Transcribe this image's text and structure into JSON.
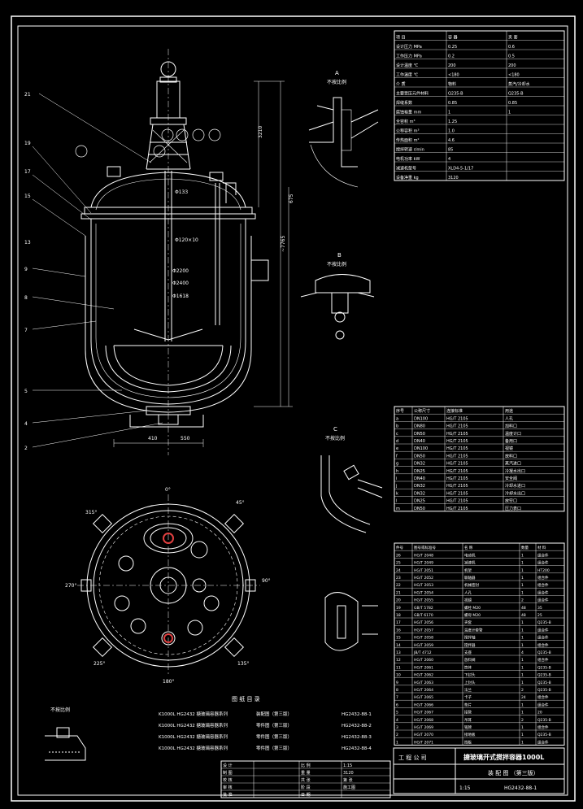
{
  "labels": {
    "main_height_dim": "3210",
    "total_height_dim": "~7765",
    "inner_dia": "Φ2200",
    "jacket_dia": "Φ2400",
    "agitator_dia": "Φ1618",
    "bottom_dim_left": "410",
    "bottom_dim_right": "550",
    "top_dim": "675",
    "nozzle_dim": "Φ120×10",
    "shaft_dim": "Φ133",
    "view_a": "A",
    "view_b": "B",
    "view_c": "C",
    "detail_a_title": "不按比例",
    "detail_b_title": "不按比例",
    "detail_c_title": "不按比例",
    "detail_k_title": "不按比例",
    "top_angle_0": "0°",
    "top_angle_45": "45°",
    "top_angle_90": "90°",
    "top_angle_135": "135°",
    "top_angle_180": "180°",
    "top_angle_225": "225°",
    "top_angle_270": "270°",
    "top_angle_315": "315°",
    "ref_list_title": "图 纸 目 录",
    "company": "工 程 公 司",
    "drawing_title": "搪玻璃开式搅拌容器1000L",
    "drawing_sub": "装 配 图 （第三版）",
    "drawing_no": "HG2432-88-1",
    "scale": "1:15"
  },
  "tech_table": {
    "headers": [
      "项 目",
      "容 器",
      "夹 套"
    ],
    "rows": [
      [
        "设计压力 MPa",
        "0.25",
        "0.6"
      ],
      [
        "工作压力 MPa",
        "0.2",
        "0.5"
      ],
      [
        "设计温度 ℃",
        "200",
        "200"
      ],
      [
        "工作温度 ℃",
        "<180",
        "<180"
      ],
      [
        "介 质",
        "物料",
        "蒸汽/冷却水"
      ],
      [
        "主要受压元件材料",
        "Q235-B",
        "Q235-B"
      ],
      [
        "焊缝系数",
        "0.85",
        "0.85"
      ],
      [
        "腐蚀裕量 mm",
        "1",
        "1"
      ],
      [
        "全容积 m³",
        "1.25",
        ""
      ],
      [
        "公称容积 m³",
        "1.0",
        ""
      ],
      [
        "传热面积 m²",
        "4.6",
        ""
      ],
      [
        "搅拌转速 r/min",
        "85",
        ""
      ],
      [
        "电机功率 kW",
        "4",
        ""
      ],
      [
        "减速机型号",
        "XLD4-5-1/17",
        ""
      ],
      [
        "设备净重 kg",
        "3120",
        ""
      ]
    ]
  },
  "nozzle_table": {
    "headers": [
      "序号",
      "公称尺寸",
      "连接标准",
      "用途"
    ],
    "rows": [
      [
        "a",
        "DN100",
        "HG/T 2105",
        "人孔"
      ],
      [
        "b",
        "DN80",
        "HG/T 2105",
        "加料口"
      ],
      [
        "c",
        "DN50",
        "HG/T 2105",
        "温度计口"
      ],
      [
        "d",
        "DN40",
        "HG/T 2105",
        "备用口"
      ],
      [
        "e",
        "DN100",
        "HG/T 2105",
        "视镜"
      ],
      [
        "f",
        "DN50",
        "HG/T 2105",
        "放料口"
      ],
      [
        "g",
        "DN32",
        "HG/T 2105",
        "蒸汽进口"
      ],
      [
        "h",
        "DN25",
        "HG/T 2105",
        "冷凝水出口"
      ],
      [
        "i",
        "DN40",
        "HG/T 2105",
        "安全阀"
      ],
      [
        "j",
        "DN32",
        "HG/T 2105",
        "冷却水进口"
      ],
      [
        "k",
        "DN32",
        "HG/T 2105",
        "冷却水出口"
      ],
      [
        "l",
        "DN25",
        "HG/T 2105",
        "放空口"
      ],
      [
        "m",
        "DN50",
        "HG/T 2105",
        "压力表口"
      ]
    ]
  },
  "parts_table": {
    "headers": [
      "件号",
      "图号或标准号",
      "名 称",
      "数量",
      "材 料"
    ],
    "rows": [
      [
        "26",
        "HG/T 2048",
        "电动机",
        "1",
        "组合件"
      ],
      [
        "25",
        "HG/T 2049",
        "减速机",
        "1",
        "组合件"
      ],
      [
        "24",
        "HG/T 2051",
        "机架",
        "1",
        "HT200"
      ],
      [
        "23",
        "HG/T 2052",
        "联轴器",
        "1",
        "组合件"
      ],
      [
        "22",
        "HG/T 2053",
        "机械密封",
        "1",
        "组合件"
      ],
      [
        "21",
        "HG/T 2054",
        "人孔",
        "1",
        "组合件"
      ],
      [
        "20",
        "HG/T 2055",
        "视镜",
        "2",
        "组合件"
      ],
      [
        "19",
        "GB/T 5782",
        "螺栓 M20",
        "48",
        "35"
      ],
      [
        "18",
        "GB/T 6170",
        "螺母 M20",
        "48",
        "25"
      ],
      [
        "17",
        "HG/T 2056",
        "夹套",
        "1",
        "Q235-B"
      ],
      [
        "16",
        "HG/T 2057",
        "温度计套管",
        "1",
        "组合件"
      ],
      [
        "15",
        "HG/T 2058",
        "搅拌轴",
        "1",
        "组合件"
      ],
      [
        "14",
        "HG/T 2059",
        "搅拌器",
        "1",
        "组合件"
      ],
      [
        "13",
        "JB/T 4712",
        "支座",
        "4",
        "Q235-B"
      ],
      [
        "12",
        "HG/T 2060",
        "放料阀",
        "1",
        "组合件"
      ],
      [
        "11",
        "HG/T 2061",
        "筒体",
        "1",
        "Q235-B"
      ],
      [
        "10",
        "HG/T 2062",
        "下封头",
        "1",
        "Q235-B"
      ],
      [
        "9",
        "HG/T 2063",
        "上封头",
        "1",
        "Q235-B"
      ],
      [
        "8",
        "HG/T 2064",
        "法兰",
        "2",
        "Q235-B"
      ],
      [
        "7",
        "HG/T 2065",
        "卡子",
        "24",
        "组合件"
      ],
      [
        "6",
        "HG/T 2066",
        "垫片",
        "1",
        "组合件"
      ],
      [
        "5",
        "HG/T 2067",
        "接管",
        "1",
        "20"
      ],
      [
        "4",
        "HG/T 2068",
        "吊耳",
        "2",
        "Q235-B"
      ],
      [
        "3",
        "HG/T 2069",
        "铭牌",
        "1",
        "组合件"
      ],
      [
        "2",
        "HG/T 2070",
        "接地板",
        "1",
        "Q235-B"
      ],
      [
        "1",
        "HG/T 2071",
        "挡板",
        "1",
        "组合件"
      ]
    ]
  },
  "ref_list": [
    [
      "K1000L HG2432 搪玻璃容器系列",
      "装配图（第三版）",
      "HG2432-88-1"
    ],
    [
      "K1000L HG2432 搪玻璃容器系列",
      "零件图（第三版）",
      "HG2432-88-2"
    ],
    [
      "K1000L HG2432 搪玻璃容器系列",
      "零件图（第三版）",
      "HG2432-88-3"
    ],
    [
      "K1000L HG2432 搪玻璃容器系列",
      "零件图（第三版）",
      "HG2432-88-4"
    ]
  ],
  "title_block": {
    "rows": [
      [
        "设 计",
        "",
        "比 例",
        "1:15"
      ],
      [
        "制 图",
        "",
        "重 量",
        "3120"
      ],
      [
        "校 核",
        "",
        "共 张",
        "第 张"
      ],
      [
        "审 核",
        "",
        "阶 段",
        "施工图"
      ],
      [
        "批 准",
        "",
        "日 期",
        ""
      ]
    ]
  }
}
